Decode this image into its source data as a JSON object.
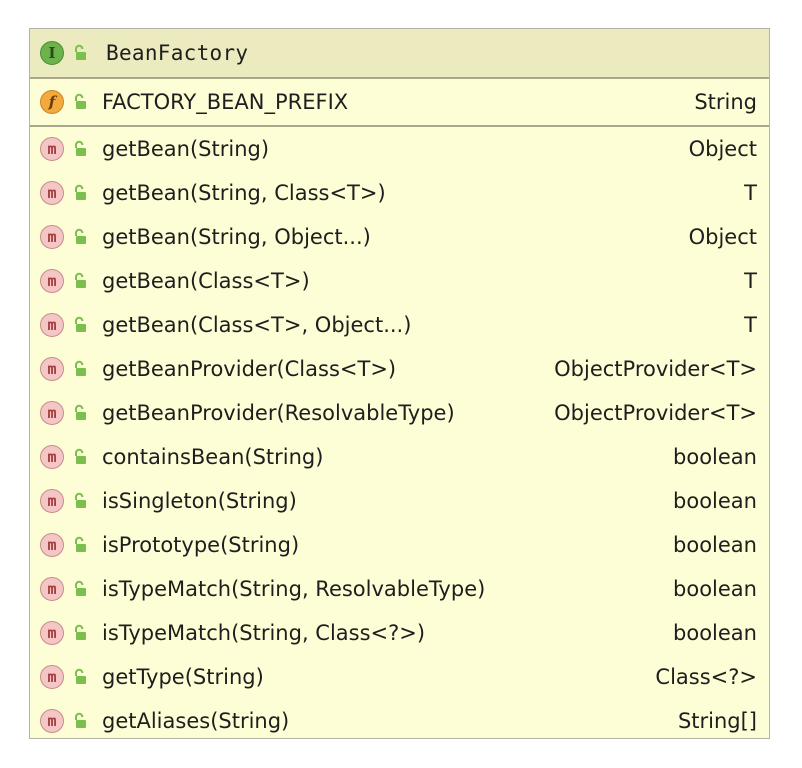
{
  "class": {
    "kind_glyph": "I",
    "name": "BeanFactory"
  },
  "fields": [
    {
      "kind_glyph": "f",
      "name": "FACTORY_BEAN_PREFIX",
      "type": "String"
    }
  ],
  "methods": [
    {
      "kind_glyph": "m",
      "name": "getBean(String)",
      "type": "Object"
    },
    {
      "kind_glyph": "m",
      "name": "getBean(String, Class<T>)",
      "type": "T"
    },
    {
      "kind_glyph": "m",
      "name": "getBean(String, Object...)",
      "type": "Object"
    },
    {
      "kind_glyph": "m",
      "name": "getBean(Class<T>)",
      "type": "T"
    },
    {
      "kind_glyph": "m",
      "name": "getBean(Class<T>, Object...)",
      "type": "T"
    },
    {
      "kind_glyph": "m",
      "name": "getBeanProvider(Class<T>)",
      "type": "ObjectProvider<T>"
    },
    {
      "kind_glyph": "m",
      "name": "getBeanProvider(ResolvableType)",
      "type": "ObjectProvider<T>"
    },
    {
      "kind_glyph": "m",
      "name": "containsBean(String)",
      "type": "boolean"
    },
    {
      "kind_glyph": "m",
      "name": "isSingleton(String)",
      "type": "boolean"
    },
    {
      "kind_glyph": "m",
      "name": "isPrototype(String)",
      "type": "boolean"
    },
    {
      "kind_glyph": "m",
      "name": "isTypeMatch(String, ResolvableType)",
      "type": "boolean"
    },
    {
      "kind_glyph": "m",
      "name": "isTypeMatch(String, Class<?>)",
      "type": "boolean"
    },
    {
      "kind_glyph": "m",
      "name": "getType(String)",
      "type": "Class<?>"
    },
    {
      "kind_glyph": "m",
      "name": "getAliases(String)",
      "type": "String[]"
    }
  ],
  "icons": {
    "interface": "interface-icon",
    "field": "field-icon",
    "method": "method-icon",
    "visibility": "public-lock-icon"
  },
  "colors": {
    "box_background": "#fdfdd6",
    "header_background": "#ecebc0",
    "border": "#a9a88c",
    "interface_icon": "#6bb34a",
    "field_icon": "#f3a93c",
    "method_icon": "#f4c6c6",
    "visibility_icon": "#7cbf4f"
  }
}
